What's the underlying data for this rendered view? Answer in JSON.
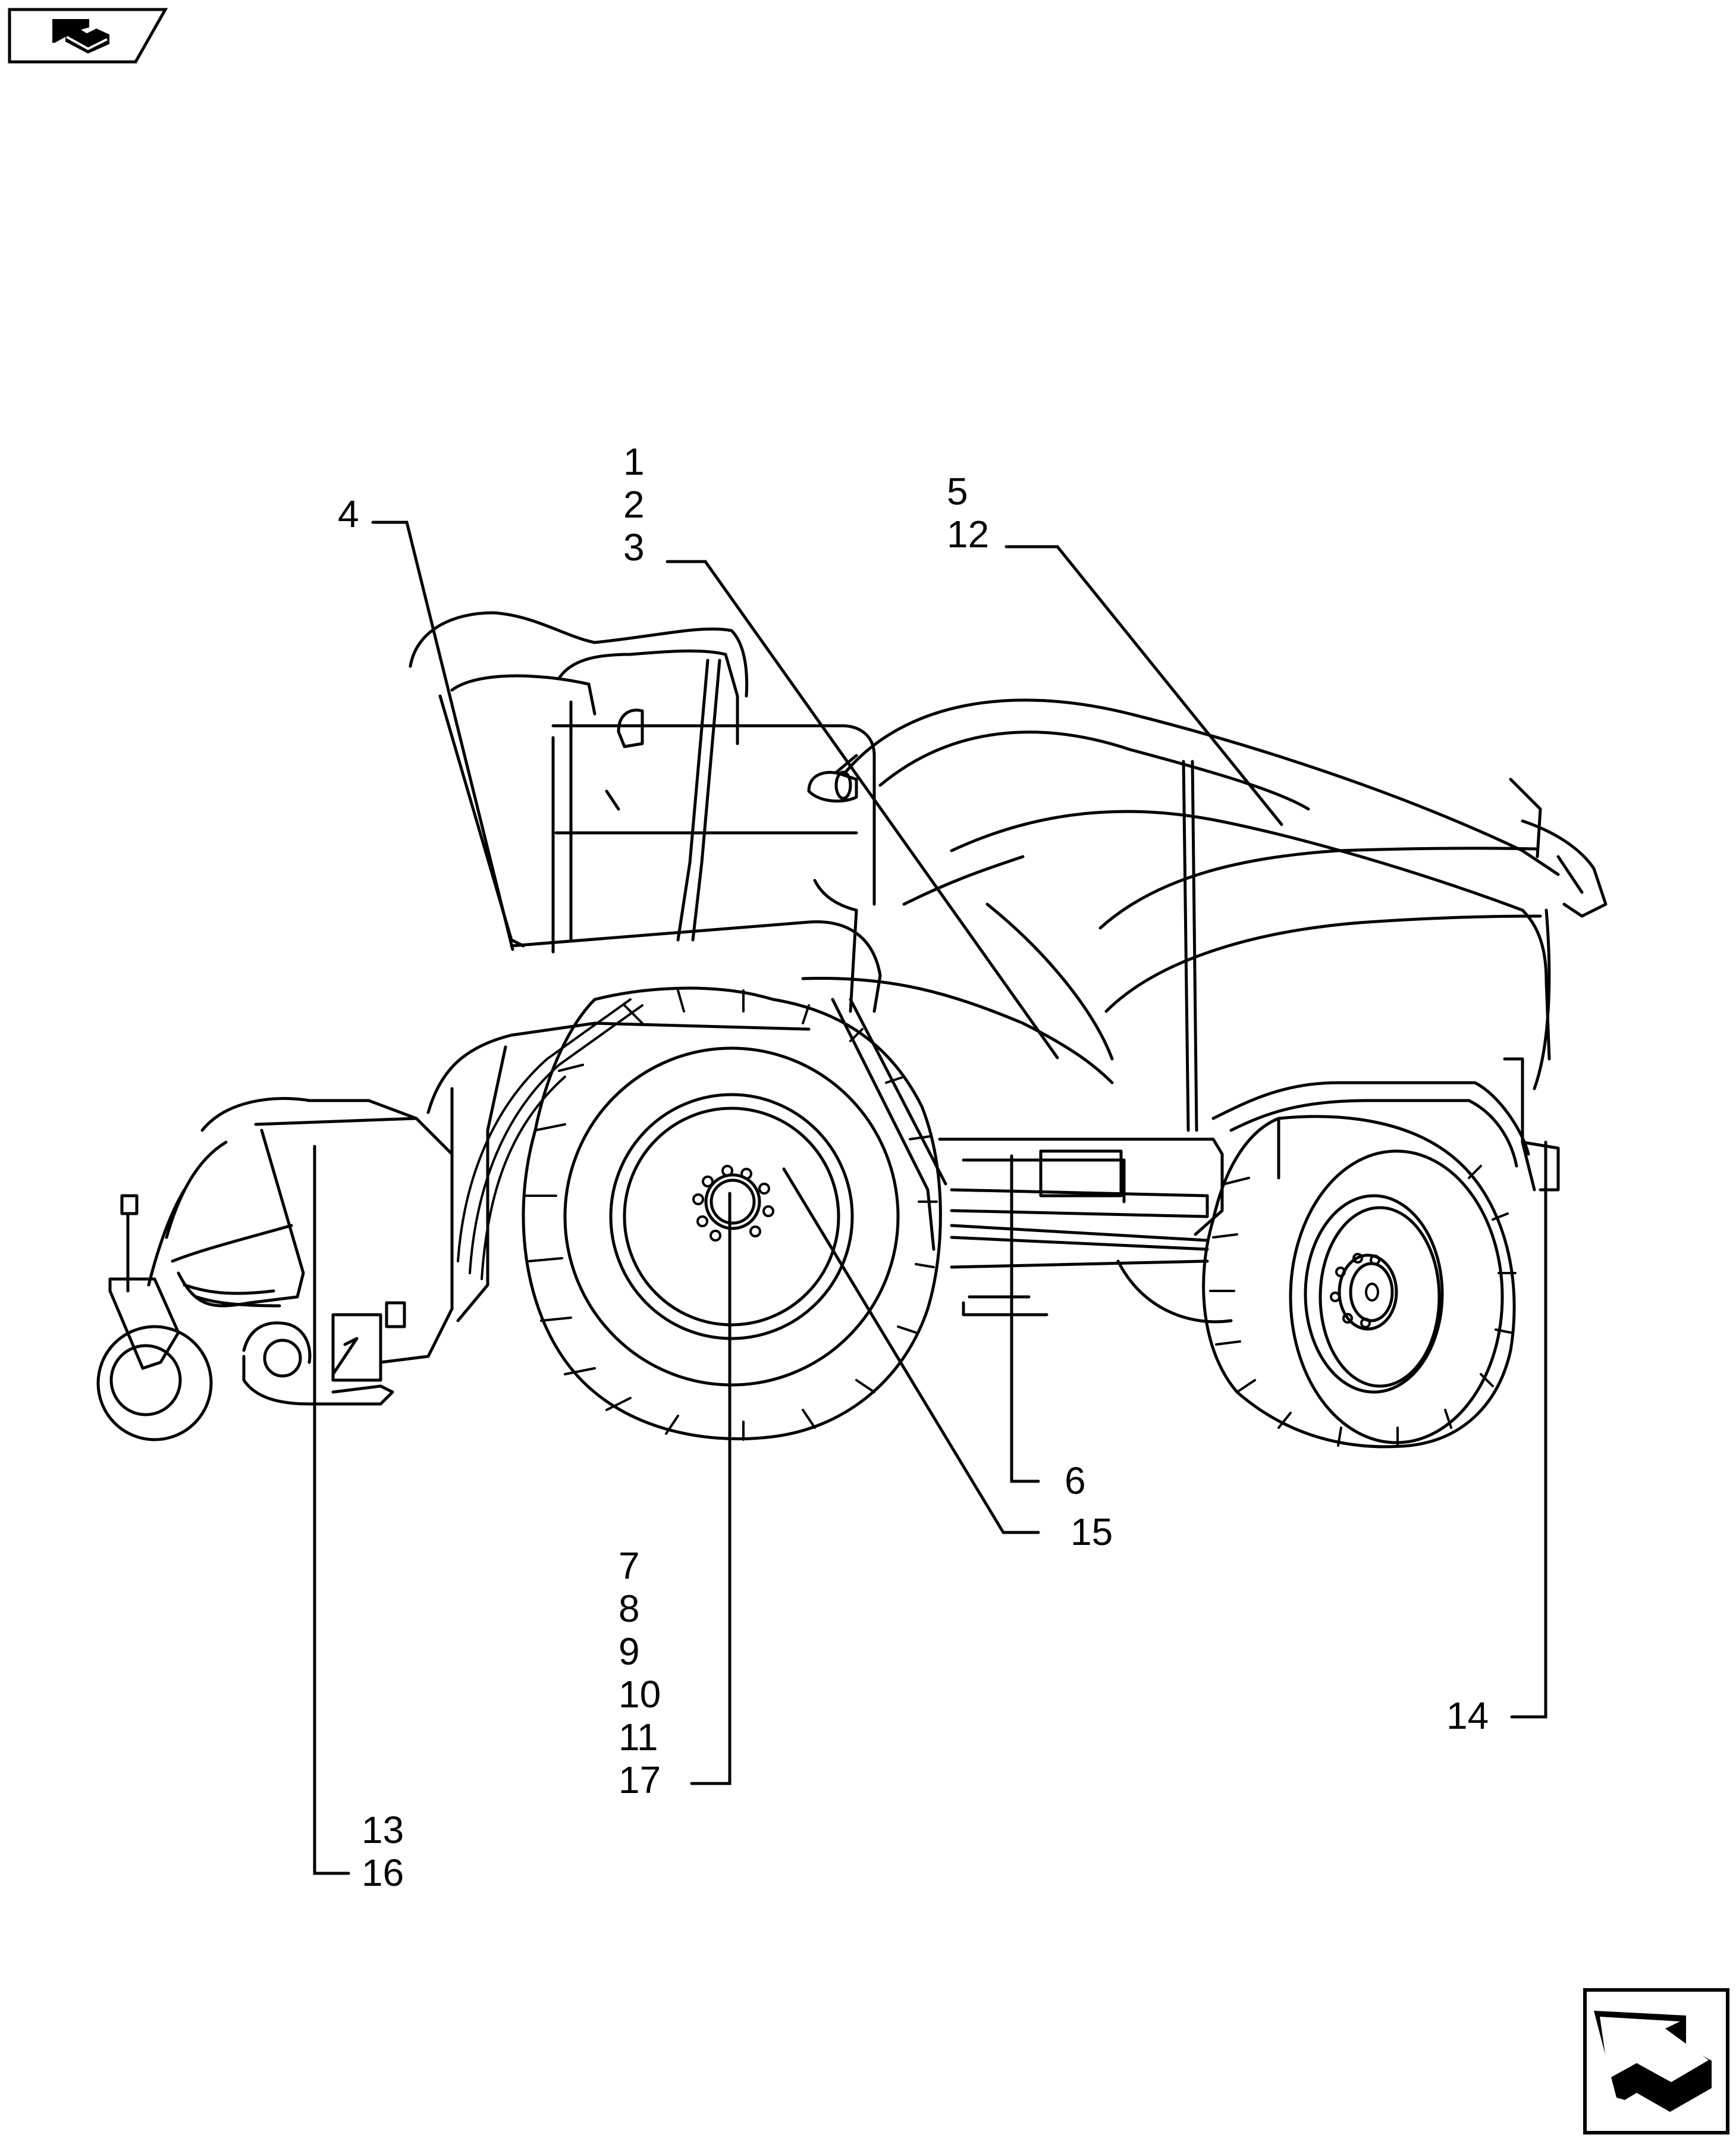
{
  "header": {
    "nav_icon": "previous-page-arrow-icon"
  },
  "footer": {
    "nav_icon": "next-page-arrow-icon"
  },
  "illustration": {
    "subject": "forage-harvester-side-view",
    "stroke_color": "#000000",
    "background_color": "#ffffff"
  },
  "callouts": {
    "c4": [
      "4"
    ],
    "c1_2_3": [
      "1",
      "2",
      "3"
    ],
    "c5_12": [
      "5",
      "12"
    ],
    "c6": [
      "6"
    ],
    "c15": [
      "15"
    ],
    "c7_17": [
      "7",
      "8",
      "9",
      "10",
      "11",
      "17"
    ],
    "c14": [
      "14"
    ],
    "c13_16": [
      "13",
      "16"
    ]
  }
}
